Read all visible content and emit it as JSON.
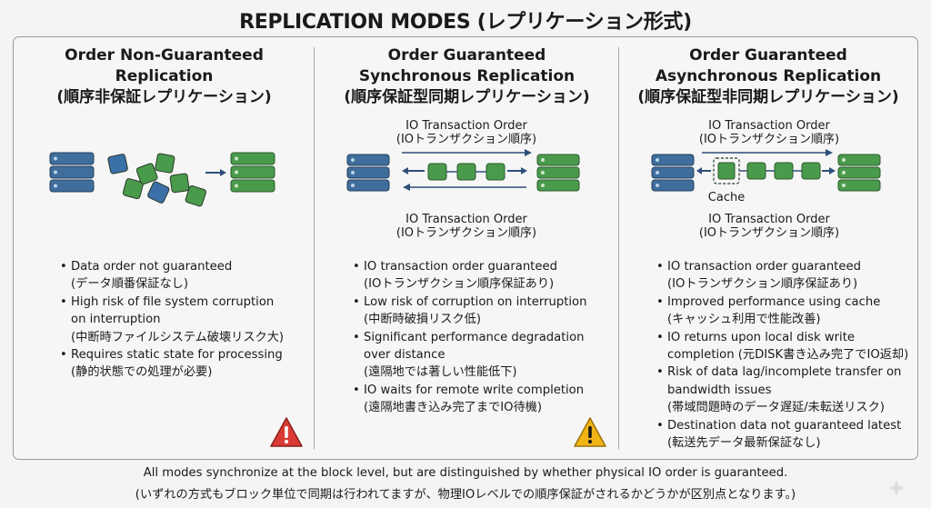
{
  "title": "REPLICATION MODES (レプリケーション形式)",
  "columns": [
    {
      "heading": [
        "Order Non-Guaranteed",
        "Replication",
        "(順序非保証レプリケーション)"
      ],
      "bullets": [
        [
          "Data order not guaranteed",
          "(データ順番保証なし)"
        ],
        [
          "High risk of file system corruption",
          "on interruption",
          "(中断時ファイルシステム破壊リスク大)"
        ],
        [
          "Requires static state for processing",
          "(静的状態での処理が必要)"
        ]
      ],
      "warning": {
        "icon": "warning-icon",
        "color": "#d93a34",
        "mark": "!"
      }
    },
    {
      "heading": [
        "Order Guaranteed",
        "Synchronous Replication",
        "(順序保証型同期レプリケーション)"
      ],
      "diagram": {
        "top_label": [
          "IO Transaction Order",
          "(IOトランザクション順序)"
        ],
        "bottom_label": [
          "IO Transaction Order",
          "(IOトランザクション順序)"
        ]
      },
      "bullets": [
        [
          "IO transaction order guaranteed",
          "(IOトランザクション順序保証あり)"
        ],
        [
          "Low risk of corruption on interruption",
          "(中断時破損リスク低)"
        ],
        [
          "Significant performance degradation",
          "over distance",
          "(遠隔地では著しい性能低下)"
        ],
        [
          "IO waits for remote write completion",
          "(遠隔地書き込み完了までIO待機)"
        ]
      ],
      "warning": {
        "icon": "warning-icon",
        "color": "#f1b416",
        "mark": "!"
      }
    },
    {
      "heading": [
        "Order Guaranteed",
        "Asynchronous Replication",
        "(順序保証型非同期レプリケーション)"
      ],
      "diagram": {
        "top_label": [
          "IO Transaction Order",
          "(IOトランザクション順序)"
        ],
        "cache_label": "Cache",
        "bottom_label": [
          "IO Transaction Order",
          "(IOトランザクション順序)"
        ]
      },
      "bullets": [
        [
          "IO transaction order guaranteed",
          "(IOトランザクション順序保証あり)"
        ],
        [
          "Improved performance using cache",
          "(キャッシュ利用で性能改善)"
        ],
        [
          "IO returns upon local disk write",
          "completion (元DISK書き込み完了でIO返却)"
        ],
        [
          "Risk of data lag/incomplete transfer on",
          "bandwidth issues",
          "(帯域問題時のデータ遅延/未転送リスク)"
        ],
        [
          "Destination data not guaranteed latest",
          "(転送先データ最新保証なし)"
        ]
      ]
    }
  ],
  "footer": [
    "All modes synchronize at the block level, but are distinguished by whether physical IO order is guaranteed.",
    "(いずれの方式もブロック単位で同期は行われてますが、物理IOレベルでの順序保証がされるかどうかが区別点となります。)"
  ],
  "colors": {
    "storage": "#3f6e9c",
    "storage_light": "#7fa8cf",
    "block_green": "#4a9a4c",
    "block_blue": "#3b6fa8",
    "arrow": "#2f4f7a"
  }
}
